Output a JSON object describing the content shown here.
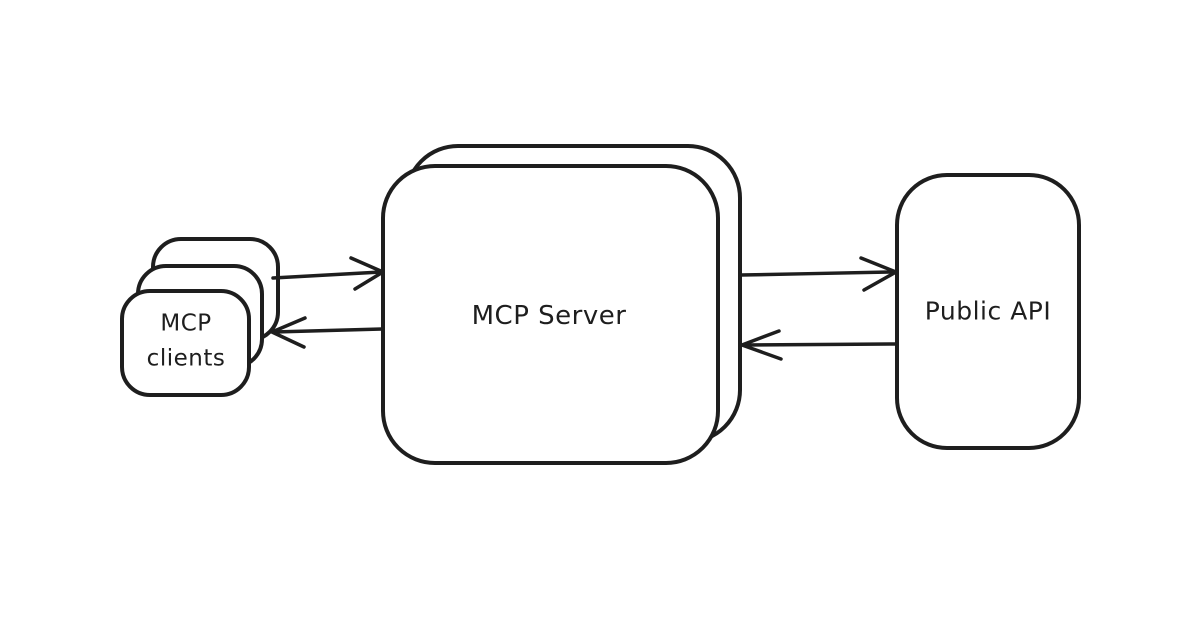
{
  "colors": {
    "background": "#ffffff",
    "stroke": "#1e1e1e",
    "node_fill": "#ffffff"
  },
  "nodes": {
    "clients": {
      "label": "MCP\nclients",
      "shape": "stacked-rounded-rectangles",
      "stack_count": 3
    },
    "server": {
      "label": "MCP Server",
      "shape": "stacked-rounded-rectangles",
      "stack_count": 2
    },
    "api": {
      "label": "Public API",
      "shape": "rounded-rectangle",
      "stack_count": 1
    }
  },
  "edges": [
    {
      "from": "clients",
      "to": "server",
      "direction": "right"
    },
    {
      "from": "server",
      "to": "clients",
      "direction": "left"
    },
    {
      "from": "server",
      "to": "api",
      "direction": "right"
    },
    {
      "from": "api",
      "to": "server",
      "direction": "left"
    }
  ]
}
